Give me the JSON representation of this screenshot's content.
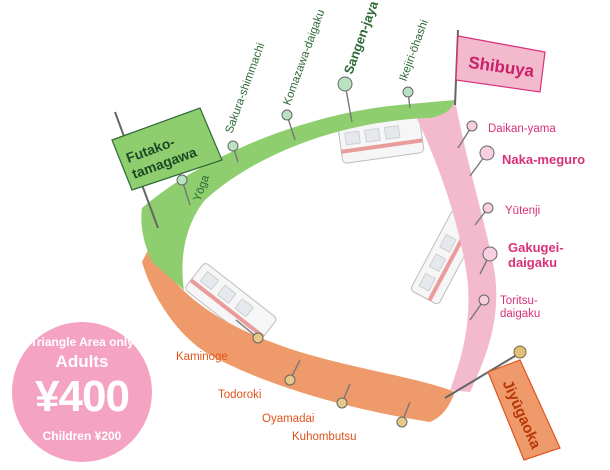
{
  "lines": {
    "den_en_toshi": {
      "color": "#8fce6f",
      "station_color": "#2d6a36"
    },
    "toyoko": {
      "color": "#f3b9cd",
      "station_color": "#d9307a"
    },
    "oimachi": {
      "color": "#ef9a6a",
      "station_color": "#e0541c"
    }
  },
  "terminals": {
    "futako": {
      "label_lines": [
        "Futako-",
        "tamagawa"
      ]
    },
    "shibuya": {
      "label": "Shibuya"
    },
    "jiyugaoka": {
      "label": "Jiyūgaoka"
    }
  },
  "stations": [
    {
      "id": "yoga",
      "name": "Yōga",
      "line": "den_en_toshi"
    },
    {
      "id": "sakura-shimmachi",
      "name": "Sakura-shimmachi",
      "line": "den_en_toshi"
    },
    {
      "id": "komazawa-daigaku",
      "name": "Komazawa-daigaku",
      "line": "den_en_toshi"
    },
    {
      "id": "sangen-jaya",
      "name": "Sangen-jaya",
      "line": "den_en_toshi",
      "major": true
    },
    {
      "id": "ikejiri-ohashi",
      "name": "Ikejiri-ōhashi",
      "line": "den_en_toshi"
    },
    {
      "id": "daikan-yama",
      "name": "Daikan-yama",
      "line": "toyoko"
    },
    {
      "id": "naka-meguro",
      "name": "Naka-meguro",
      "line": "toyoko",
      "major": true
    },
    {
      "id": "yutenji",
      "name": "Yūtenji",
      "line": "toyoko"
    },
    {
      "id": "gakugei-daigaku",
      "name_lines": [
        "Gakugei-",
        "daigaku"
      ],
      "line": "toyoko",
      "major": true
    },
    {
      "id": "toritsu-daigaku",
      "name_lines": [
        "Toritsu-",
        "daigaku"
      ],
      "line": "toyoko"
    },
    {
      "id": "kaminoge",
      "name": "Kaminoge",
      "line": "oimachi"
    },
    {
      "id": "todoroki",
      "name": "Todoroki",
      "line": "oimachi"
    },
    {
      "id": "oyamadai",
      "name": "Oyamadai",
      "line": "oimachi"
    },
    {
      "id": "kuhombutsu",
      "name": "Kuhombutsu",
      "line": "oimachi"
    }
  ],
  "fare": {
    "area": "Triangle Area only",
    "adults_label": "Adults",
    "adults_price": "¥400",
    "children": "Children ¥200",
    "badge_color": "#f4a3c2"
  }
}
